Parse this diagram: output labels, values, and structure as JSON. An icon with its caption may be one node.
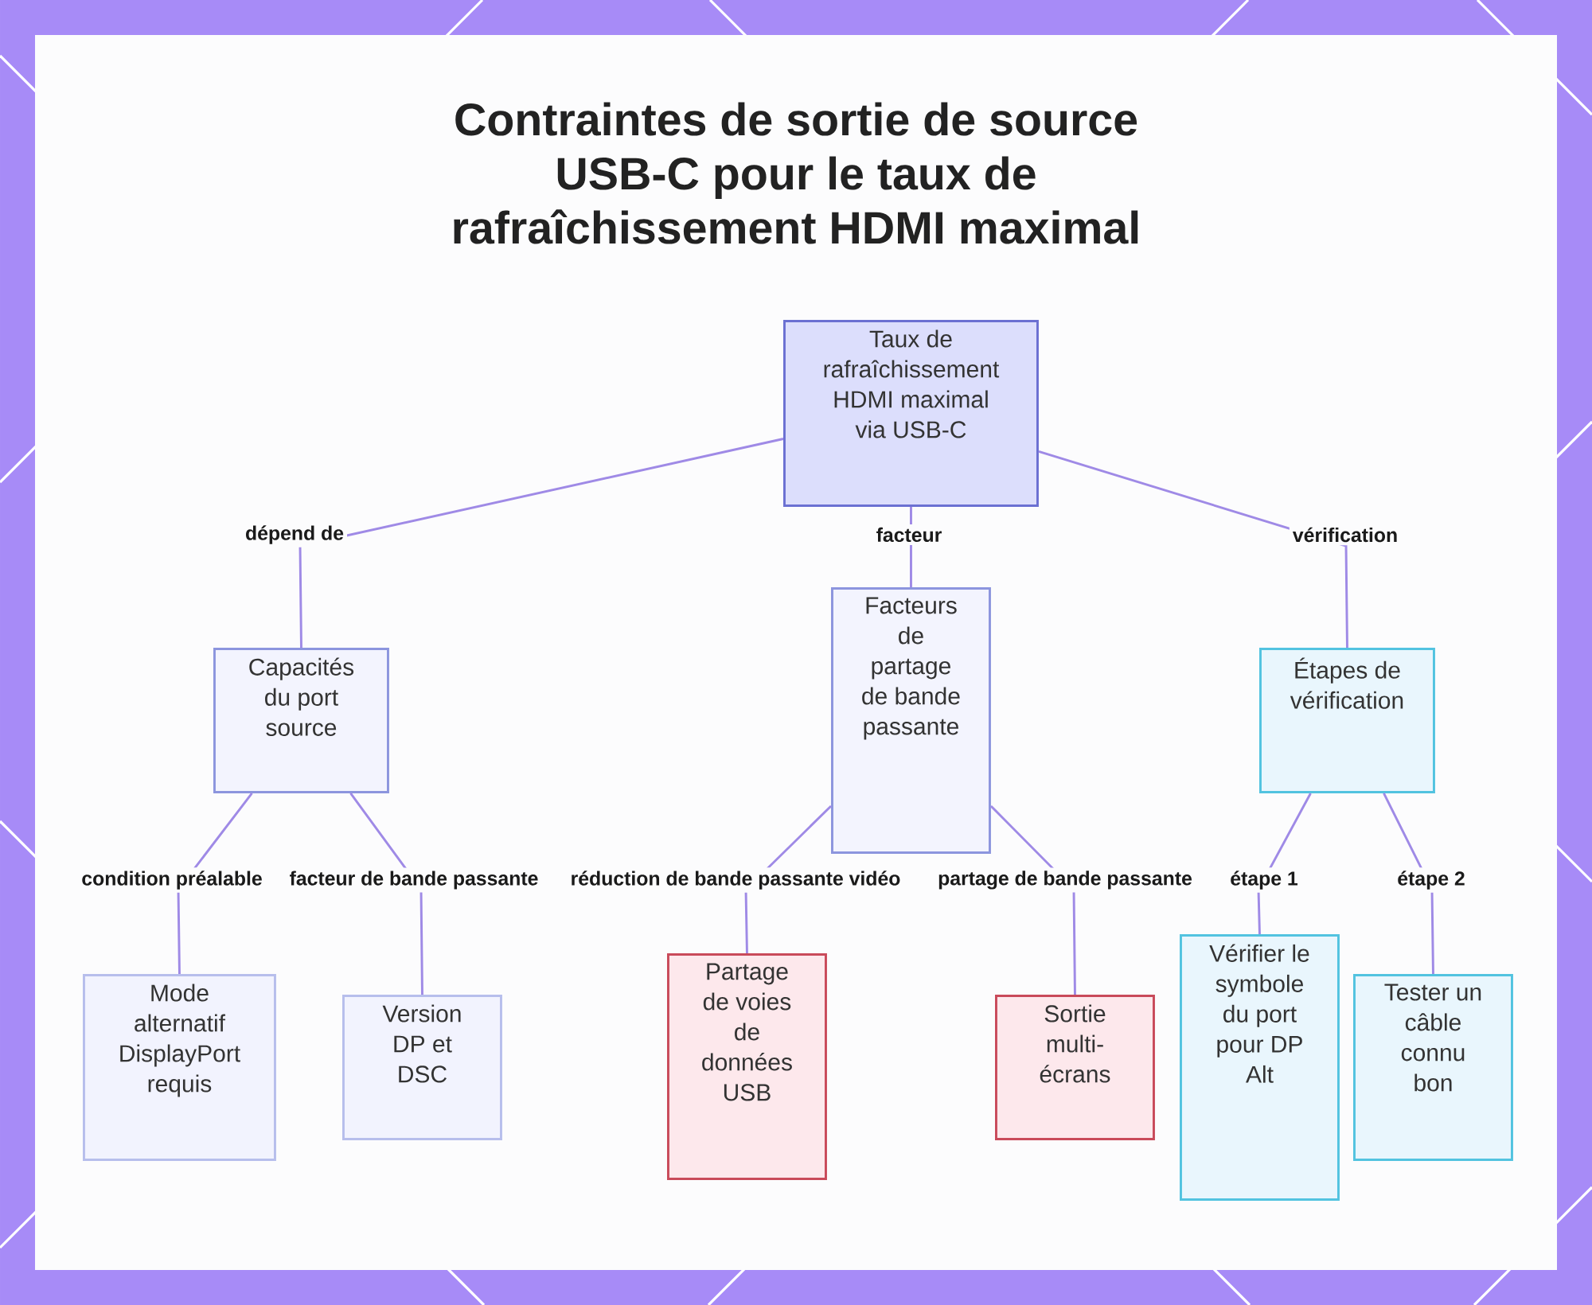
{
  "diagram": {
    "title": "Contraintes de sortie de source USB-C pour le taux de rafraîchissement HDMI maximal",
    "nodes": [
      {
        "text": [
          "Taux de rafraîchissement HDMI maximal via USB-C"
        ]
      },
      {
        "text": [
          "Capacités du port source"
        ]
      },
      {
        "text": [
          "Facteurs de partage de bande passante"
        ]
      },
      {
        "text": [
          "Étapes de vérification"
        ]
      },
      {
        "text": [
          "Mode alternatif DisplayPort requis"
        ]
      },
      {
        "text": [
          "Version DP et DSC"
        ]
      },
      {
        "text": [
          "Partage de voies de données USB"
        ]
      },
      {
        "text": [
          "Sortie multi-écrans"
        ]
      },
      {
        "text": [
          "Vérifier le symbole du port pour DP Alt"
        ]
      },
      {
        "text": [
          "Tester un câble connu bon"
        ]
      }
    ],
    "edges": [
      {
        "from": 0,
        "to": 1,
        "arrow": "none",
        "label": "dépend de"
      },
      {
        "from": 0,
        "to": 2,
        "arrow": "none",
        "label": "facteur"
      },
      {
        "from": 0,
        "to": 3,
        "arrow": "none",
        "label": "vérification"
      },
      {
        "from": 1,
        "to": 4,
        "arrow": "none",
        "label": "condition préalable"
      },
      {
        "from": 1,
        "to": 5,
        "arrow": "none",
        "label": "facteur de bande passante"
      },
      {
        "from": 2,
        "to": 6,
        "arrow": "none",
        "label": "réduction de bande passante vidéo"
      },
      {
        "from": 2,
        "to": 7,
        "arrow": "none",
        "label": "partage de bande passante"
      },
      {
        "from": 3,
        "to": 8,
        "arrow": "none",
        "label": "étape 1"
      },
      {
        "from": 3,
        "to": 9,
        "arrow": "none",
        "label": "étape 2"
      }
    ]
  }
}
